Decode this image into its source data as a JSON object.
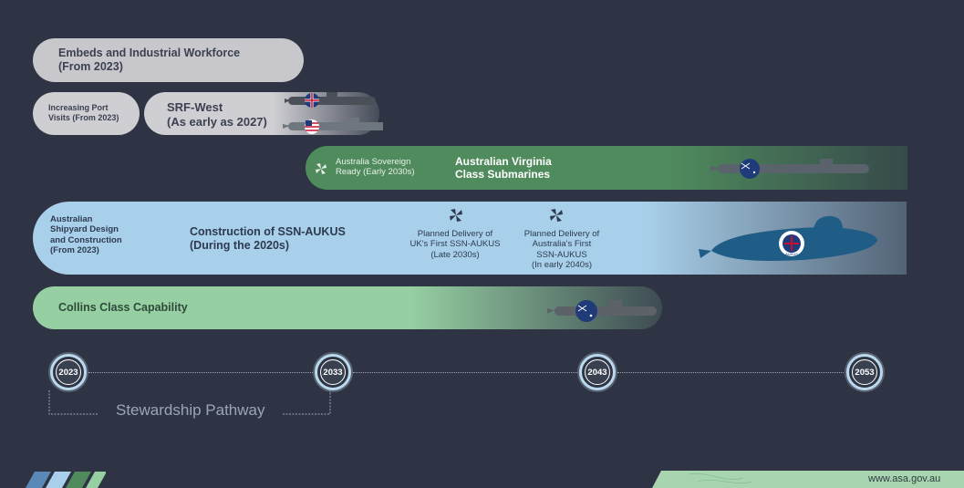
{
  "rows": {
    "embeds": "Embeds and Industrial Workforce\n(From 2023)",
    "port_visits": "Increasing Port\nVisits (From 2023)",
    "srf_west": "SRF-West\n(As early as 2027)",
    "sovereign_ready": "Australia Sovereign\nReady (Early 2030s)",
    "virginia": "Australian Virginia\nClass Submarines",
    "shipyard": "Australian\nShipyard Design\nand Construction\n(From 2023)",
    "construction": "Construction of SSN-AUKUS\n(During the 2020s)",
    "uk_delivery": "Planned Delivery of\nUK's First SSN-AUKUS\n(Late 2030s)",
    "aus_delivery": "Planned Delivery of\nAustralia's First\nSSN-AUKUS\n(In early 2040s)",
    "collins": "Collins Class Capability",
    "aukus_badge": "AUKUS"
  },
  "timeline": {
    "years": [
      "2023",
      "2033",
      "2043",
      "2053"
    ],
    "pathway_label": "Stewardship Pathway"
  },
  "footer": {
    "url": "www.asa.gov.au"
  },
  "colors": {
    "background": "#2e3444",
    "grey_pill": "#c8c8cc",
    "green": "#4f8b5d",
    "light_blue": "#a9d0ea",
    "light_green": "#96cfa2"
  }
}
